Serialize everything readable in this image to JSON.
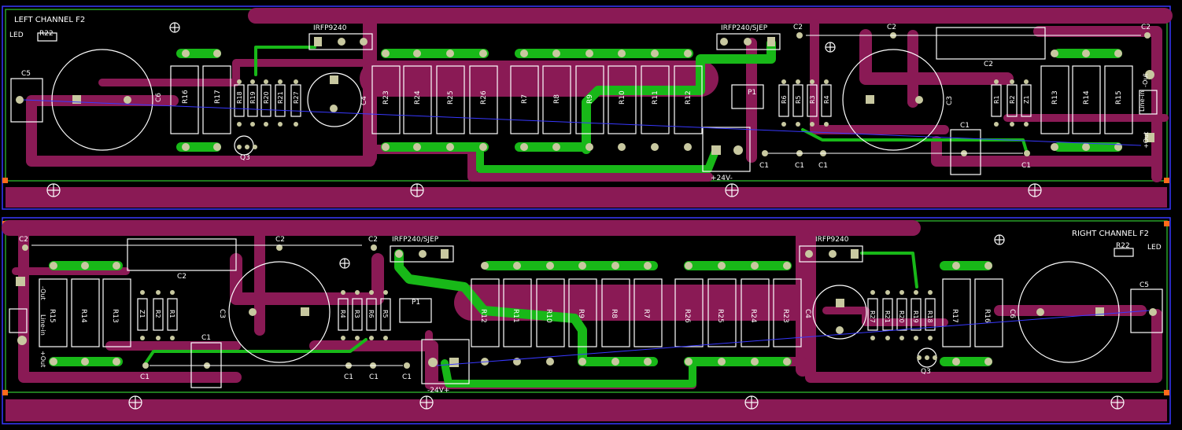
{
  "colors": {
    "background": "#000000",
    "copper_bottom": "#8a1a55",
    "copper_top": "#18b818",
    "pad": "#c8c8a0",
    "outline": "#ffffff",
    "board_edge": "#28a028",
    "airwire": "#3838ff",
    "corner_marker": "#ff6a1a"
  },
  "boards": {
    "left": {
      "title": "LEFT CHANNEL F2",
      "supply_label": "+24V-",
      "mosfet_a": "IRFP9240",
      "mosfet_b": "IRFP240/SJEP",
      "components": {
        "led": "LED",
        "r22": "R22",
        "c5": "C5",
        "c6": "C6",
        "r16": "R16",
        "r17": "R17",
        "r18": "R18",
        "r19": "R19",
        "r20": "R20",
        "r21": "R21",
        "r27": "R27",
        "q3": "Q3",
        "c4": "C4",
        "r23": "R23",
        "r24": "R24",
        "r25": "R25",
        "r26": "R26",
        "r7": "R7",
        "r8": "R8",
        "r9": "R9",
        "r10": "R10",
        "r11": "R11",
        "r12": "R12",
        "p1": "P1",
        "r6": "R6",
        "r5": "R5",
        "r3": "R3",
        "r4": "R4",
        "c3": "C3",
        "r1": "R1",
        "r2": "R2",
        "z1": "Z1",
        "r13": "R13",
        "r14": "R14",
        "r15": "R15",
        "c1": "C1",
        "c2": "C2",
        "out_neg": "-Out",
        "line_in": "Line-in",
        "out_pos": "+Out"
      }
    },
    "right": {
      "title": "RIGHT CHANNEL F2",
      "supply_label": "-24V+",
      "mosfet_a": "IRFP9240",
      "mosfet_b": "IRFP240/SJEP",
      "components": {
        "led": "LED",
        "r22": "R22",
        "c5": "C5",
        "c6": "C6",
        "r16": "R16",
        "r17": "R17",
        "r18": "R18",
        "r19": "R19",
        "r20": "R20",
        "r21": "R21",
        "r27": "R27",
        "q3": "Q3",
        "c4": "C4",
        "r23": "R23",
        "r24": "R24",
        "r25": "R25",
        "r26": "R26",
        "r7": "R7",
        "r8": "R8",
        "r9": "R9",
        "r10": "R10",
        "r11": "R11",
        "r12": "R12",
        "p1": "P1",
        "r6": "R6",
        "r5": "R5",
        "r3": "R3",
        "r4": "R4",
        "c3": "C3",
        "r1": "R1",
        "r2": "R2",
        "z1": "Z1",
        "r13": "R13",
        "r14": "R14",
        "r15": "R15",
        "c1": "C1",
        "c2": "C2",
        "out_neg": "-Out",
        "line_in": "Line-in",
        "out_pos": "+Out"
      }
    }
  }
}
